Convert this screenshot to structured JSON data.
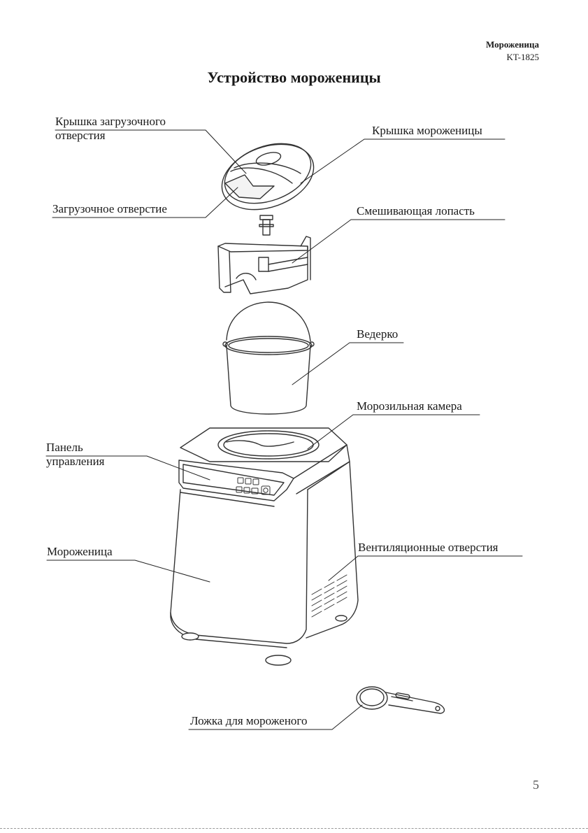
{
  "header": {
    "product": "Мороженица",
    "model": "KT-1825"
  },
  "title": "Устройство мороженицы",
  "labels": {
    "lid_hatch_line1": "Крышка загрузочного",
    "lid_hatch_line2": "отверстия",
    "lid": "Крышка мороженицы",
    "loading_opening": "Загрузочное отверстие",
    "paddle": "Смешивающая лопасть",
    "bucket": "Ведерко",
    "freezer": "Морозильная камера",
    "panel_line1": "Панель",
    "panel_line2": "управления",
    "body": "Мороженица",
    "vents": "Вентиляционные отверстия",
    "spoon": "Ложка для мороженого"
  },
  "page_number": "5"
}
